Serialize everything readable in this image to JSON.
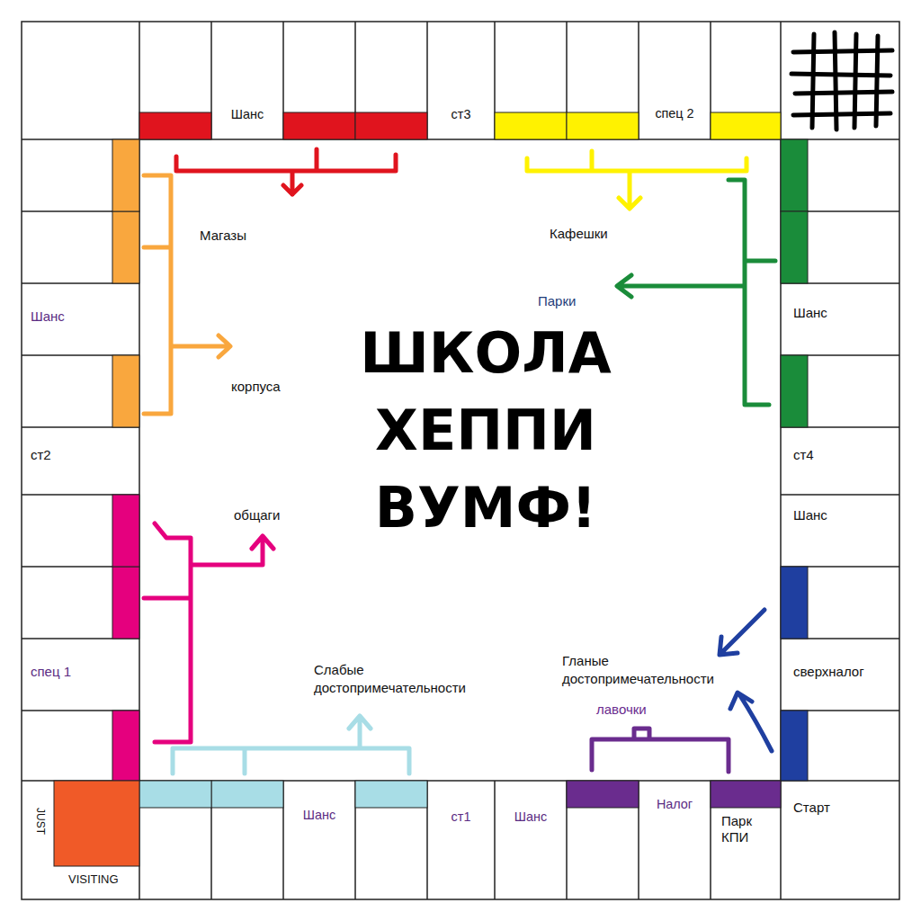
{
  "diagram": {
    "title": "ШКОЛА ХЕППИ ВУМФ!",
    "nodes": [
      {
        "text": [
          "Шанс"
        ]
      },
      {
        "text": [
          "ст3"
        ]
      },
      {
        "text": [
          "спец 2"
        ]
      },
      {
        "text": [
          "Шанс"
        ]
      },
      {
        "text": [
          "ст2"
        ]
      },
      {
        "text": [
          "спец 1"
        ]
      },
      {
        "text": [
          "Шанс"
        ]
      },
      {
        "text": [
          "ст4"
        ]
      },
      {
        "text": [
          "Шанс"
        ]
      },
      {
        "text": [
          "сверхналог"
        ]
      },
      {
        "text": [
          "JUST",
          "VISITING"
        ]
      },
      {
        "text": [
          "Шанс"
        ]
      },
      {
        "text": [
          "ст1"
        ]
      },
      {
        "text": [
          "Шанс"
        ]
      },
      {
        "text": [
          "Налог"
        ]
      },
      {
        "text": [
          "Парк КПИ"
        ]
      },
      {
        "text": [
          "Старт"
        ]
      }
    ],
    "labels": [
      "Магазы",
      "Кафешки",
      "Парки",
      "корпуса",
      "общаги",
      "Слабые достопримечательности",
      "Гланые достопримечательности",
      "лавочки"
    ]
  }
}
